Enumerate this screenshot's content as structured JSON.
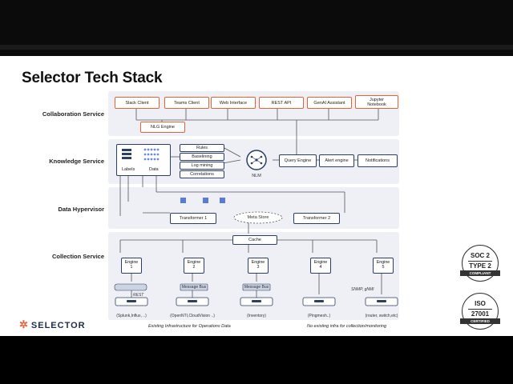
{
  "title": "Selector Tech Stack",
  "rows": {
    "collaboration": "Collaboration Service",
    "knowledge": "Knowledge Service",
    "hypervisor": "Data Hypervisor",
    "collection": "Collection Service"
  },
  "collaboration": {
    "boxes": [
      "Slack Client",
      "Teams Client",
      "Web Interface",
      "REST API",
      "GenAI Assistant",
      "Jupyter Notebook"
    ],
    "nlg": "NLG Engine"
  },
  "knowledge": {
    "labels": "Labels",
    "data": "Data",
    "processes": [
      "Rules",
      "Baselining",
      "Log mining",
      "Correlations"
    ],
    "nlm": "NLM",
    "query": "Query Engine",
    "alert": "Alert engine",
    "notifications": "Notifications"
  },
  "hypervisor": {
    "t1": "Transformer 1",
    "meta": "Meta Store",
    "t2": "Transformer 2"
  },
  "collection": {
    "cache": "Cache",
    "engines": [
      {
        "l1": "Engine",
        "l2": "1"
      },
      {
        "l1": "Engine",
        "l2": "2"
      },
      {
        "l1": "Engine",
        "l2": "3"
      },
      {
        "l1": "Engine",
        "l2": "4"
      },
      {
        "l1": "Engine",
        "l2": "5"
      }
    ],
    "message_bus": "Message Bus",
    "rest": "REST",
    "snmp": "SNMP, gNMI",
    "sources": [
      "(Splunk,Influx, ..)",
      "(OpenNTI,CloudVision ..)",
      "(Inventory)",
      "(Pingmesh..)",
      "(router, switch,etc)"
    ],
    "caption_left": "Existing Infrastructure for Operations Data",
    "caption_right": "No existing infra for collection/monitoring"
  },
  "logo": "SELECTOR",
  "badges": {
    "soc": {
      "l1": "SOC 2",
      "l2": "TYPE 2",
      "ribbon": "COMPLIANT"
    },
    "iso": {
      "l1": "ISO",
      "l2": "27001",
      "ribbon": "CERTIFIED"
    }
  },
  "colors": {
    "accent": "#e0643a",
    "navy": "#2a3f66",
    "teal": "#2aa39a",
    "band": "#eef0f5"
  }
}
